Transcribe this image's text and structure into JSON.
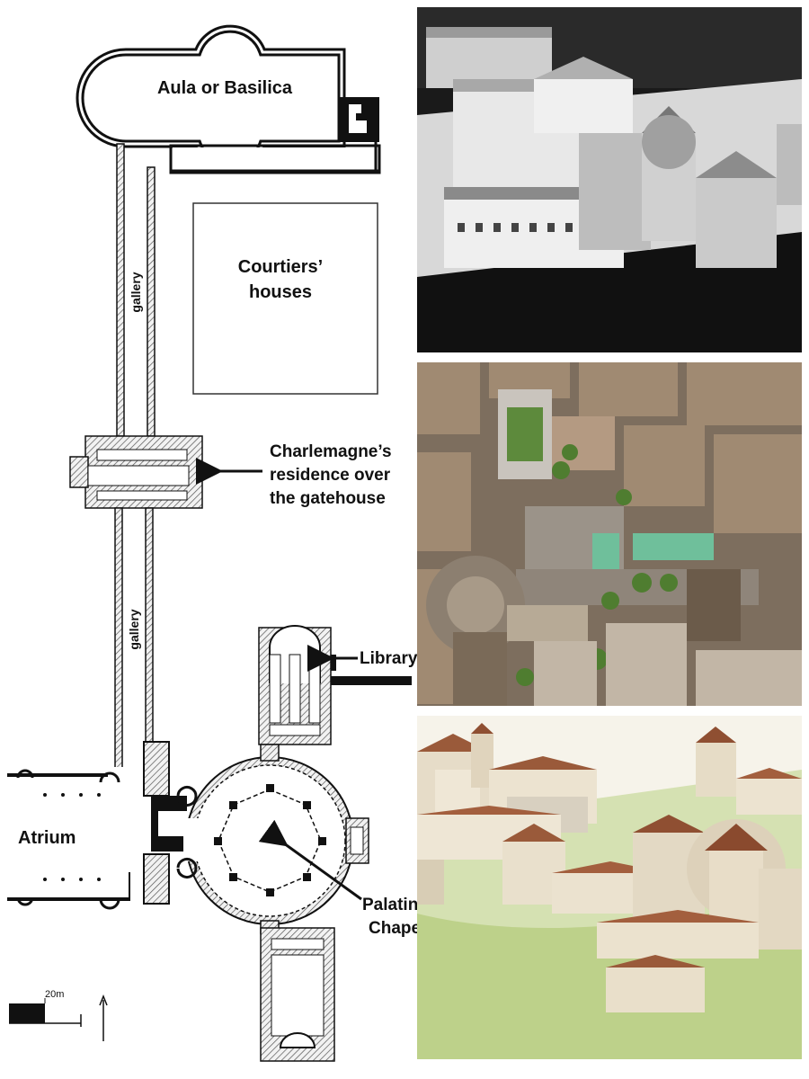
{
  "plan": {
    "labels": {
      "aula": "Aula or Basilica",
      "courtiers_line1": "Courtiers’",
      "courtiers_line2": "houses",
      "gallery_upper": "gallery",
      "gallery_lower": "gallery",
      "residence_line1": "Charlemagne’s",
      "residence_line2": "residence over",
      "residence_line3": "the gatehouse",
      "library": "Library",
      "atrium": "Atrium",
      "chapel_line1": "Palatine",
      "chapel_line2": "Chapel",
      "scale": "20m"
    }
  },
  "photos": [
    {
      "name": "model-photo",
      "style": "black-and-white architectural model"
    },
    {
      "name": "aerial-photo",
      "style": "color aerial city view"
    },
    {
      "name": "reconstruction-drawing",
      "style": "color watercolor reconstruction"
    }
  ],
  "colors": {
    "wall": "#111111",
    "hatch": "#6a6a6a",
    "roof": "#9a5a3a",
    "green_roof": "#6fbf9b",
    "grass": "#a9c46a"
  }
}
